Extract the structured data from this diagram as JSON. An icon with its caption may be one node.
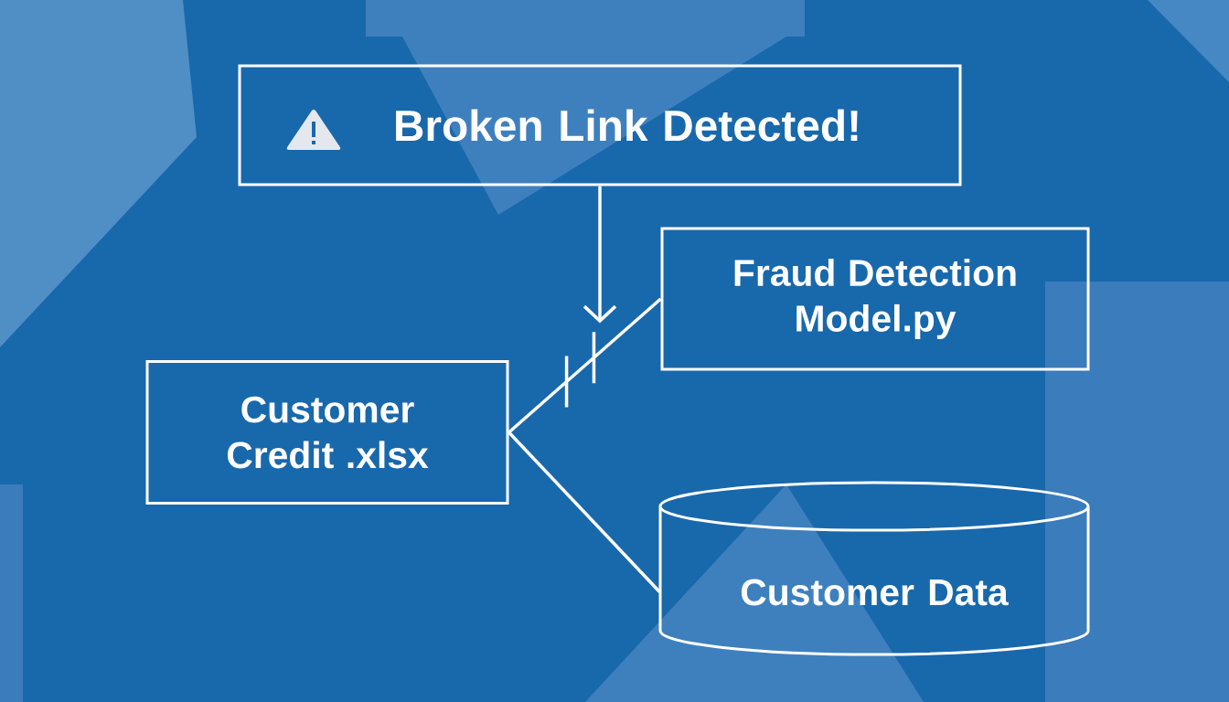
{
  "diagram": {
    "nodes": [
      {
        "text": [
          "Broken Link Detected!"
        ]
      },
      {
        "text": [
          "Fraud Detection Model.py"
        ]
      },
      {
        "text": [
          "Customer Credit .xlsx"
        ]
      },
      {
        "text": [
          "Customer Data"
        ]
      }
    ],
    "edges": [
      {
        "from": 0,
        "to": null,
        "arrow": "to"
      },
      {
        "from": 2,
        "to": 1,
        "arrow": "none"
      },
      {
        "from": 2,
        "to": 3,
        "arrow": "none"
      }
    ]
  }
}
